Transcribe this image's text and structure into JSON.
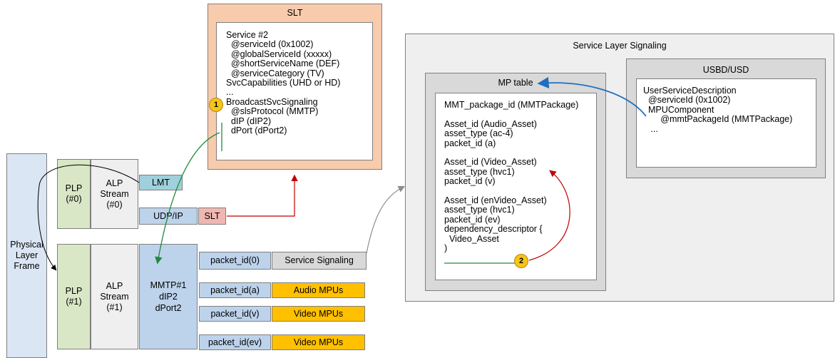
{
  "slt": {
    "title": "SLT",
    "lines": [
      "Service #2",
      "  @serviceId (0x1002)",
      "  @globalServiceId (xxxxx)",
      "  @shortServiceName (DEF)",
      "  @serviceCategory (TV)",
      "SvcCapabilities (UHD or HD)",
      "...",
      "BroadcastSvcSignaling",
      "  @slsProtocol (MMTP)",
      "  dIP (dIP2)",
      "  dPort (dPort2)"
    ]
  },
  "sls": {
    "title": "Service Layer Signaling",
    "mp_table": {
      "title": "MP table",
      "lines": [
        "MMT_package_id (MMTPackage)",
        "",
        "Asset_id (Audio_Asset)",
        "asset_type (ac-4)",
        "packet_id (a)",
        "",
        "Asset_id (Video_Asset)",
        "asset_type (hvc1)",
        "packet_id (v)",
        "",
        "Asset_id (enVideo_Asset)",
        "asset_type (hvc1)",
        "packet_id (ev)",
        "dependency_descriptor {",
        "  Video_Asset",
        ")"
      ]
    },
    "usbd": {
      "title": "USBD/USD",
      "lines": [
        "UserServiceDescription",
        "  @serviceId (0x1002)",
        "  MPUComponent",
        "       @mmtPackageId (MMTPackage)",
        "   ..."
      ]
    }
  },
  "physical_frame": "Physical\nLayer\nFrame",
  "plp0": "PLP\n(#0)",
  "plp1": "PLP\n(#1)",
  "alp0": "ALP\nStream\n(#0)",
  "alp1": "ALP\nStream\n(#1)",
  "lmt": "LMT",
  "udp_ip": "UDP/IP",
  "slt_small": "SLT",
  "mmtp": "MMTP#1\ndIP2\ndPort2",
  "packets": [
    "packet_id(0)",
    "packet_id(a)",
    "packet_id(v)",
    "packet_id(ev)"
  ],
  "payloads": [
    "Service Signaling",
    "Audio MPUs",
    "Video MPUs",
    "Video MPUs"
  ],
  "badges": [
    "1",
    "2"
  ],
  "colors": {
    "slt_fill": "#f8cbad",
    "plp_fill": "#d9e7c7",
    "stream_fill": "#efefef",
    "lmt_fill": "#9fd0dc",
    "udp_fill": "#bdd3ec",
    "slt_small_fill": "#f0b7b0",
    "mmtp_fill": "#bdd3ec",
    "mpu_fill": "#ffc000",
    "sls_fill": "#efefef",
    "inner_fill": "#d9d9d9",
    "green_arrow": "#1e8a3c",
    "red_arrow": "#c00000",
    "blue_arrow": "#1f6fc0",
    "badge_fill": "#f5c518"
  }
}
